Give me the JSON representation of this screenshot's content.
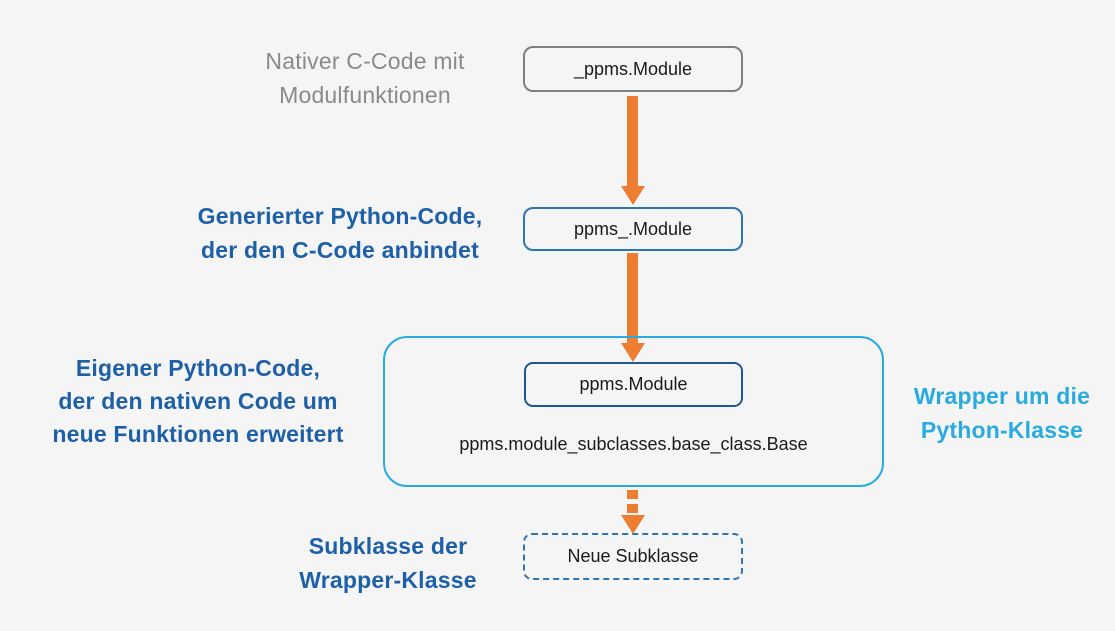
{
  "colors": {
    "background": "#F5F5F6",
    "orange": "#ED7D31",
    "gray-border": "#7F7F7F",
    "gray-text": "#8A8A8A",
    "blue-border": "#2E75B6",
    "navy-border": "#1F5795",
    "cyan": "#29ABE2",
    "blue-text": "#1D60A8",
    "node-text": "#1A1A1A"
  },
  "labels": {
    "native": {
      "lines": [
        "Nativer C-Code mit",
        "Modulfunktionen"
      ]
    },
    "generated": {
      "lines": [
        "Generierter Python-Code,",
        "der den C-Code anbindet"
      ]
    },
    "own": {
      "lines": [
        "Eigener Python-Code,",
        "der den nativen Code um",
        "neue Funktionen erweitert"
      ]
    },
    "wrapper": {
      "lines": [
        "Wrapper um die",
        "Python-Klasse"
      ]
    },
    "subclass": {
      "lines": [
        "Subklasse der",
        "Wrapper-Klasse"
      ]
    }
  },
  "nodes": {
    "native_module": "_ppms.Module",
    "generated_module": "ppms_.Module",
    "wrapper_module": "ppms.Module",
    "base_class": "ppms.module_subclasses.base_class.Base",
    "new_subclass": "Neue Subklasse"
  }
}
